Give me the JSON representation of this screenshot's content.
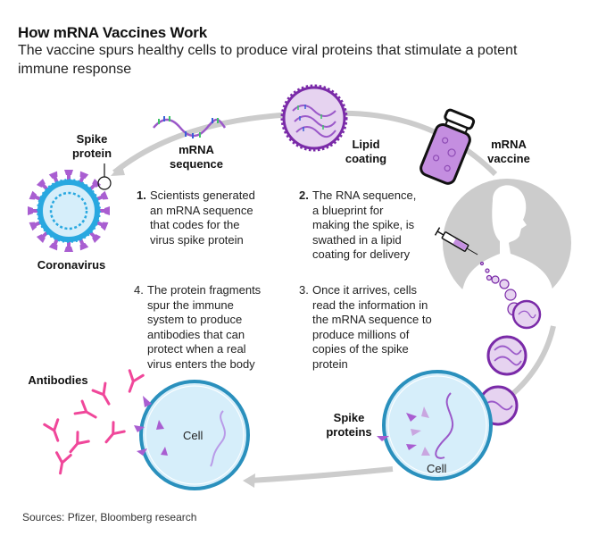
{
  "header": {
    "title": "How mRNA Vaccines Work",
    "subtitle": "The vaccine spurs healthy cells to produce viral proteins that stimulate a potent immune response"
  },
  "labels": {
    "spike_protein": [
      "Spike",
      "protein"
    ],
    "coronavirus": "Coronavirus",
    "mrna_sequence": [
      "mRNA",
      "sequence"
    ],
    "lipid_coating": [
      "Lipid",
      "coating"
    ],
    "mrna_vaccine": [
      "mRNA",
      "vaccine"
    ],
    "antibodies": "Antibodies",
    "spike_proteins": [
      "Spike",
      "proteins"
    ],
    "cell": "Cell"
  },
  "steps": [
    {
      "number": "1.",
      "lines": [
        "Scientists generated",
        "an mRNA sequence",
        "that codes for the",
        "virus spike protein"
      ]
    },
    {
      "number": "2.",
      "lines": [
        "The RNA sequence,",
        "a blueprint for",
        "making the spike, is",
        "swathed in a lipid",
        "coating for delivery"
      ]
    },
    {
      "number": "3.",
      "lines": [
        "Once it arrives, cells",
        "read the information in",
        "the mRNA sequence to",
        "produce millions of",
        "copies of the spike",
        "protein"
      ]
    },
    {
      "number": "4.",
      "lines": [
        "The protein fragments",
        "spur the immune",
        "system to produce",
        "antibodies that can",
        "protect when a real",
        "virus enters the body"
      ]
    }
  ],
  "footer": {
    "source": "Sources: Pfizer, Bloomberg research"
  },
  "colors": {
    "arrow_gray": "#cccccc",
    "purple": "#9b59c9",
    "dark_purple": "#7a2aa8",
    "light_purple": "#e6d3f0",
    "cell_fill": "#d6eefa",
    "cell_stroke": "#2a90bd",
    "virus_blue": "#29a8e0",
    "antibody_pink": "#f0479a",
    "rna_green": "#3fc36a",
    "rna_blue": "#3b5fd6"
  }
}
